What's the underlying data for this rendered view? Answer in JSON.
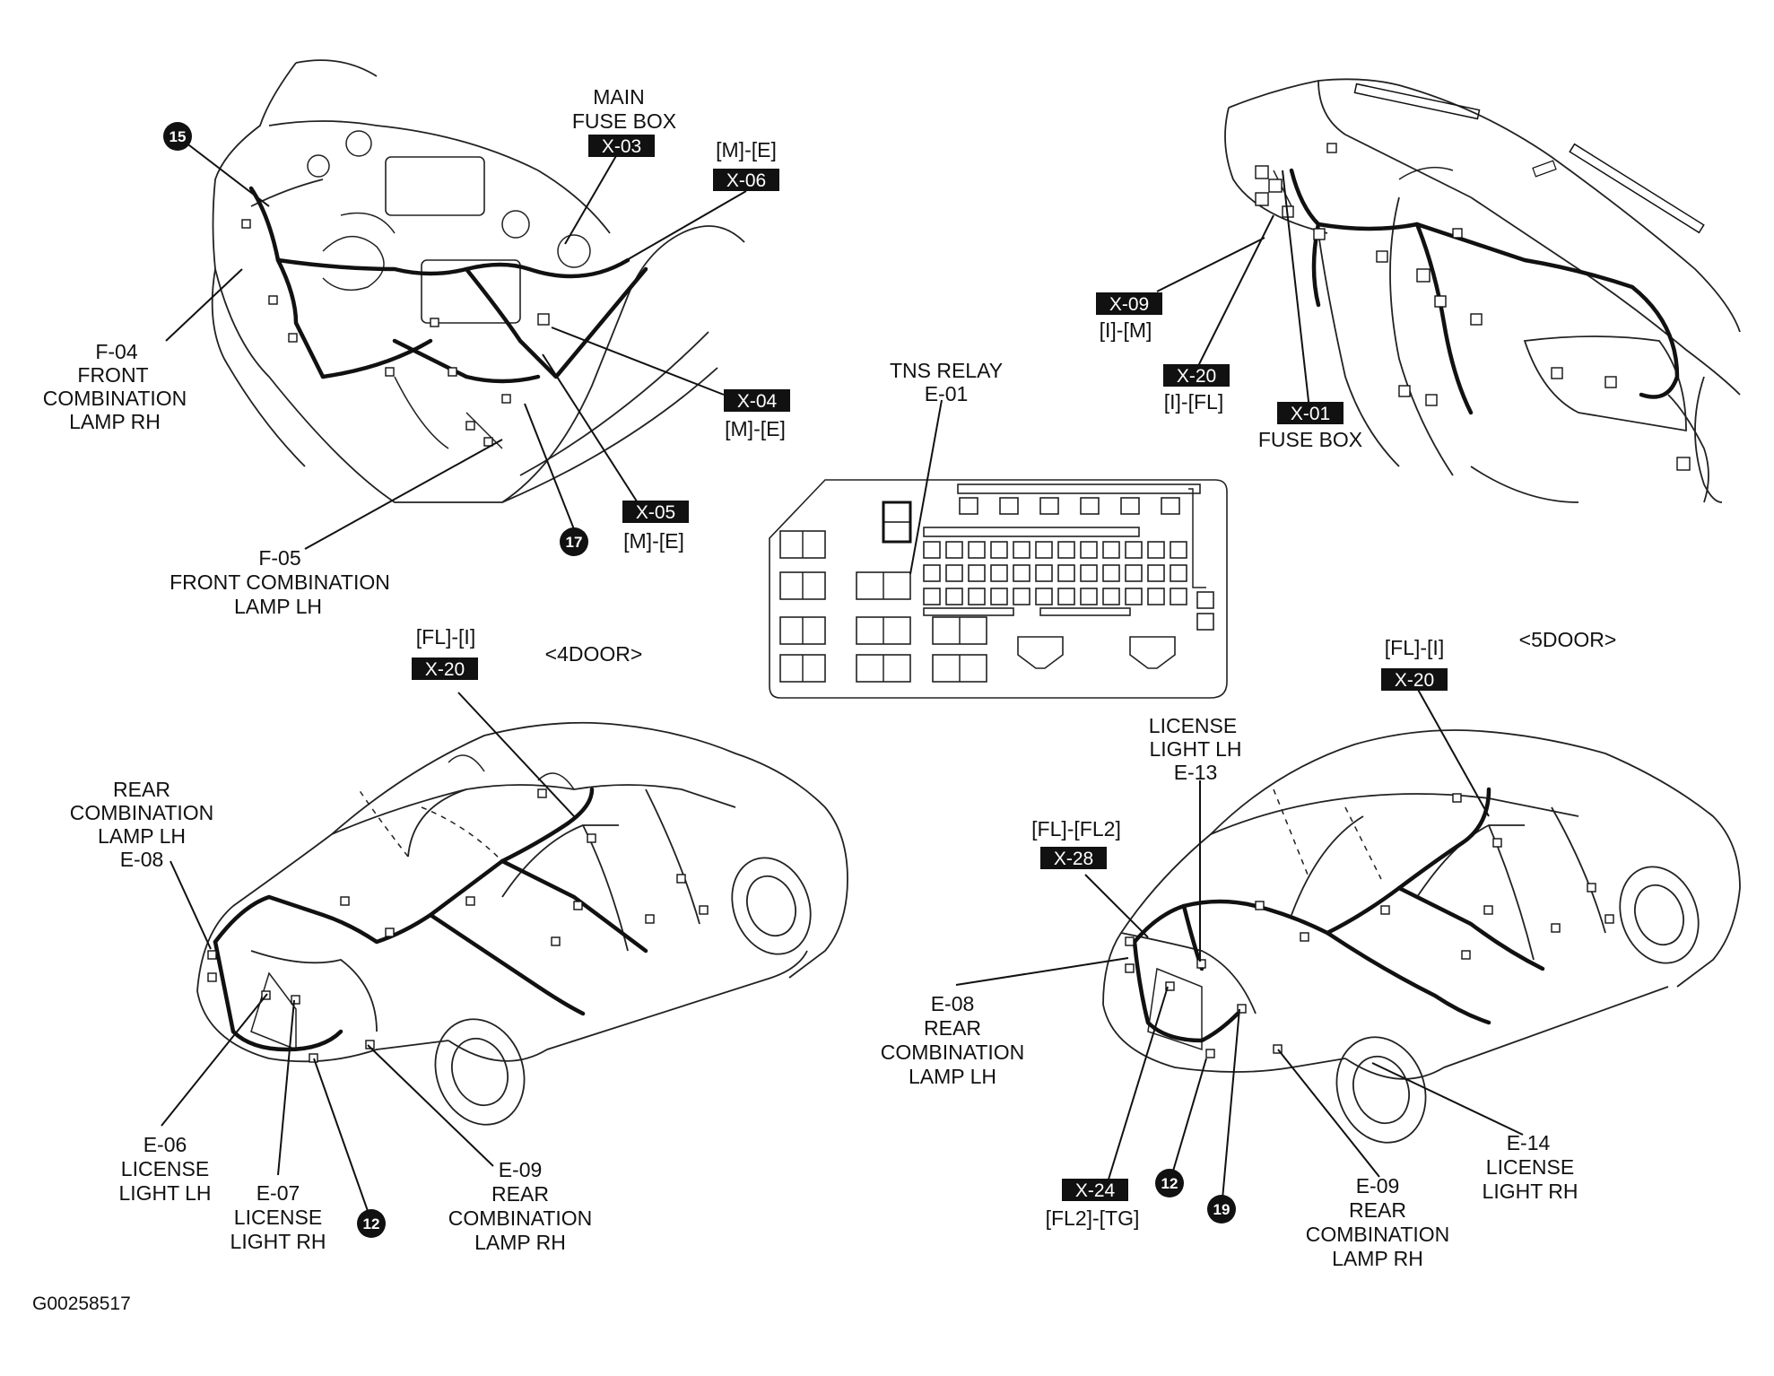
{
  "figure_id": "G00258517",
  "variants": {
    "four_door": "<4DOOR>",
    "five_door": "<5DOOR>"
  },
  "engine_bay": {
    "main_fuse_box": {
      "line1": "MAIN",
      "line2": "FUSE BOX",
      "code": "X-03"
    },
    "x06": {
      "harness": "[M]-[E]",
      "code": "X-06"
    },
    "x04": {
      "code": "X-04",
      "harness": "[M]-[E]"
    },
    "x05": {
      "code": "X-05",
      "harness": "[M]-[E]"
    },
    "f04": {
      "line1": "F-04",
      "line2": "FRONT",
      "line3": "COMBINATION",
      "line4": "LAMP RH"
    },
    "f05": {
      "line1": "F-05",
      "line2": "FRONT COMBINATION",
      "line3": "LAMP LH"
    },
    "ground_15": "15",
    "ground_17": "17"
  },
  "dashboard": {
    "x09": {
      "code": "X-09",
      "harness": "[I]-[M]"
    },
    "x20": {
      "code": "X-20",
      "harness": "[I]-[FL]"
    },
    "x01": {
      "code": "X-01",
      "name": "FUSE BOX"
    }
  },
  "fuse_box": {
    "line1": "TNS RELAY",
    "line2": "E-01"
  },
  "four_door": {
    "x20": {
      "harness": "[FL]-[I]",
      "code": "X-20"
    },
    "e08": {
      "line1": "REAR",
      "line2": "COMBINATION",
      "line3": "LAMP LH",
      "line4": "E-08"
    },
    "e06": {
      "line1": "E-06",
      "line2": "LICENSE",
      "line3": "LIGHT LH"
    },
    "e07": {
      "line1": "E-07",
      "line2": "LICENSE",
      "line3": "LIGHT RH"
    },
    "e09": {
      "line1": "E-09",
      "line2": "REAR",
      "line3": "COMBINATION",
      "line4": "LAMP RH"
    },
    "ground_12": "12"
  },
  "five_door": {
    "x20": {
      "harness": "[FL]-[I]",
      "code": "X-20"
    },
    "e13": {
      "line1": "LICENSE",
      "line2": "LIGHT LH",
      "line3": "E-13"
    },
    "x28": {
      "harness": "[FL]-[FL2]",
      "code": "X-28"
    },
    "e08": {
      "line1": "E-08",
      "line2": "REAR",
      "line3": "COMBINATION",
      "line4": "LAMP LH"
    },
    "x24": {
      "code": "X-24",
      "harness": "[FL2]-[TG]"
    },
    "e09": {
      "line1": "E-09",
      "line2": "REAR",
      "line3": "COMBINATION",
      "line4": "LAMP RH"
    },
    "e14": {
      "line1": "E-14",
      "line2": "LICENSE",
      "line3": "LIGHT RH"
    },
    "ground_12": "12",
    "ground_19": "19"
  }
}
